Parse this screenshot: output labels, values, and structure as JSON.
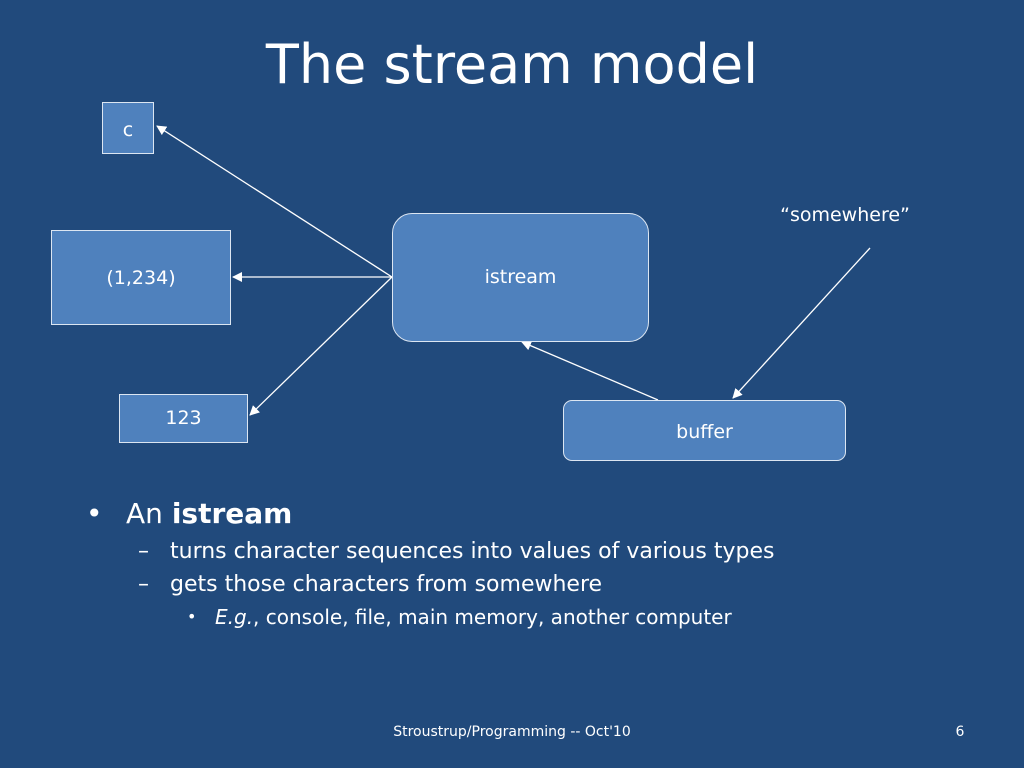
{
  "slide": {
    "title": "The stream model",
    "background_color": "#214a7c",
    "box_fill_color": "#4f81bd"
  },
  "diagram": {
    "nodes": {
      "c": "c",
      "pair": "(1,234)",
      "number": "123",
      "istream": "istream",
      "buffer": "buffer",
      "somewhere": "“somewhere”"
    },
    "edges": [
      {
        "from": "istream",
        "to": "c"
      },
      {
        "from": "istream",
        "to": "pair"
      },
      {
        "from": "istream",
        "to": "number"
      },
      {
        "from": "buffer",
        "to": "istream"
      },
      {
        "from": "somewhere",
        "to": "buffer"
      }
    ]
  },
  "bullets": {
    "main_prefix": "An",
    "main_bold": "istream",
    "sub1": "turns character sequences into values of various types",
    "sub2": "gets those characters from somewhere",
    "subsub_italic": "E.g.",
    "subsub_rest": ", console, file, main memory, another computer"
  },
  "footer": {
    "text": "Stroustrup/Programming -- Oct'10",
    "page_number": "6"
  }
}
